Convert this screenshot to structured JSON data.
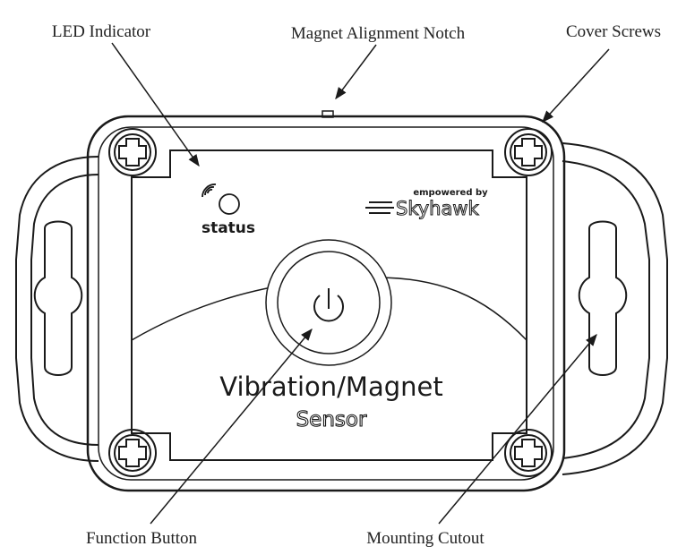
{
  "colors": {
    "ink": "#1a1a1a",
    "label": "#222222",
    "background": "#ffffff"
  },
  "callouts": {
    "led_indicator": "LED Indicator",
    "magnet_alignment_notch": "Magnet Alignment Notch",
    "cover_screws": "Cover Screws",
    "function_button": "Function Button",
    "mounting_cutout": "Mounting Cutout"
  },
  "device": {
    "status_label": "status",
    "brand_tagline": "empowered by",
    "brand_name": "Skyhawk",
    "product_line1": "Vibration/Magnet",
    "product_line2": "Sensor",
    "icons": [
      "wifi-signal-icon",
      "power-icon",
      "screw-icon"
    ]
  }
}
